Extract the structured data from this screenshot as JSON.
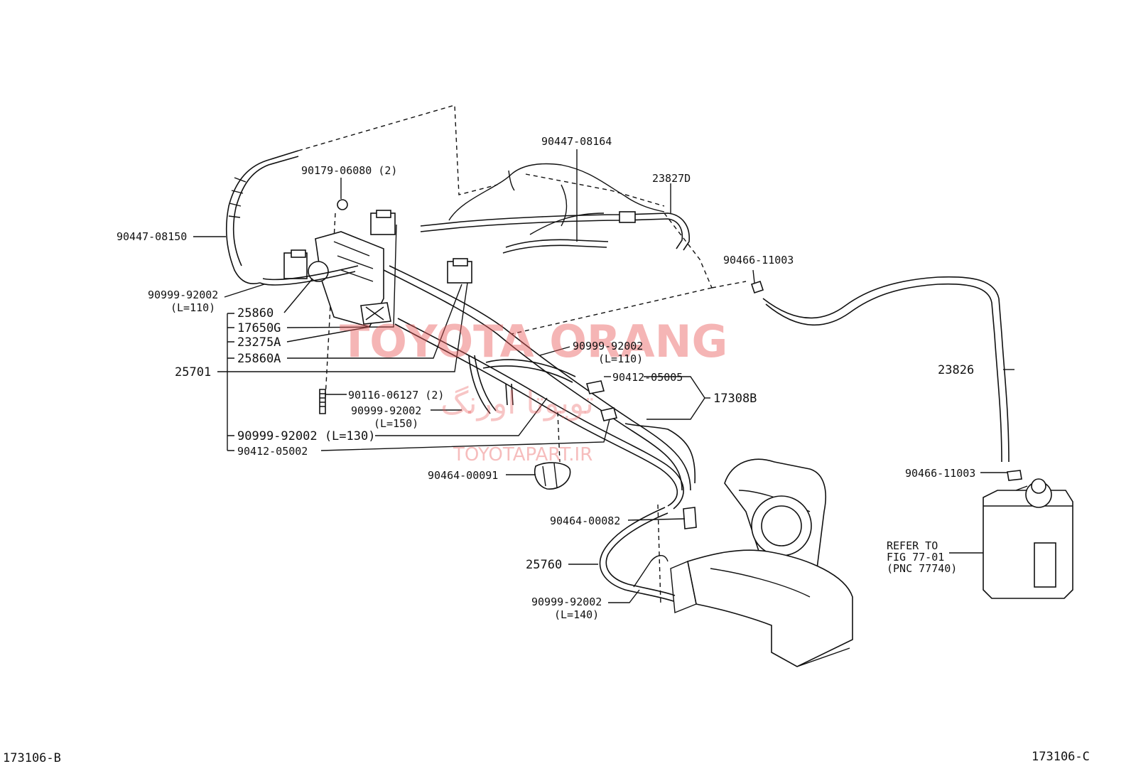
{
  "labels": {
    "p90447_08164": "90447-08164",
    "p23827D": "23827D",
    "p90179_06080": "90179-06080 (2)",
    "p90447_08150": "90447-08150",
    "p90466_11003_top": "90466-11003",
    "p90999_92002_a": "90999-92002",
    "p90999_92002_a_len": "(L=110)",
    "p25860": "25860",
    "p17650G": "17650G",
    "p23275A": "23275A",
    "p25860A": "25860A",
    "p25701": "25701",
    "p90999_92002_b": "90999-92002",
    "p90999_92002_b_len": "(L=110)",
    "p23826": "23826",
    "p90412_05005": "90412-05005",
    "p17308B": "17308B",
    "p90116_06127": "90116-06127 (2)",
    "p90999_92002_c": "90999-92002",
    "p90999_92002_c_len": "(L=150)",
    "p90999_92002_d": "90999-92002 (L=130)",
    "p90412_05002": "90412-05002",
    "p90466_11003_bot": "90466-11003",
    "p90464_00091": "90464-00091",
    "p90464_00082": "90464-00082",
    "refer_1": "REFER TO",
    "refer_2": "FIG 77-01",
    "refer_3": "(PNC 77740)",
    "p25760": "25760",
    "p90999_92002_e": "90999-92002",
    "p90999_92002_e_len": "(L=140)",
    "fig_left": "173106-B",
    "fig_right": "173106-C"
  },
  "watermark": {
    "main": "TOYOTA ORANG",
    "arabic": "تويوتا اورنگ",
    "site": "TOYOTAPART.IR",
    "color": "#e85a5a"
  }
}
